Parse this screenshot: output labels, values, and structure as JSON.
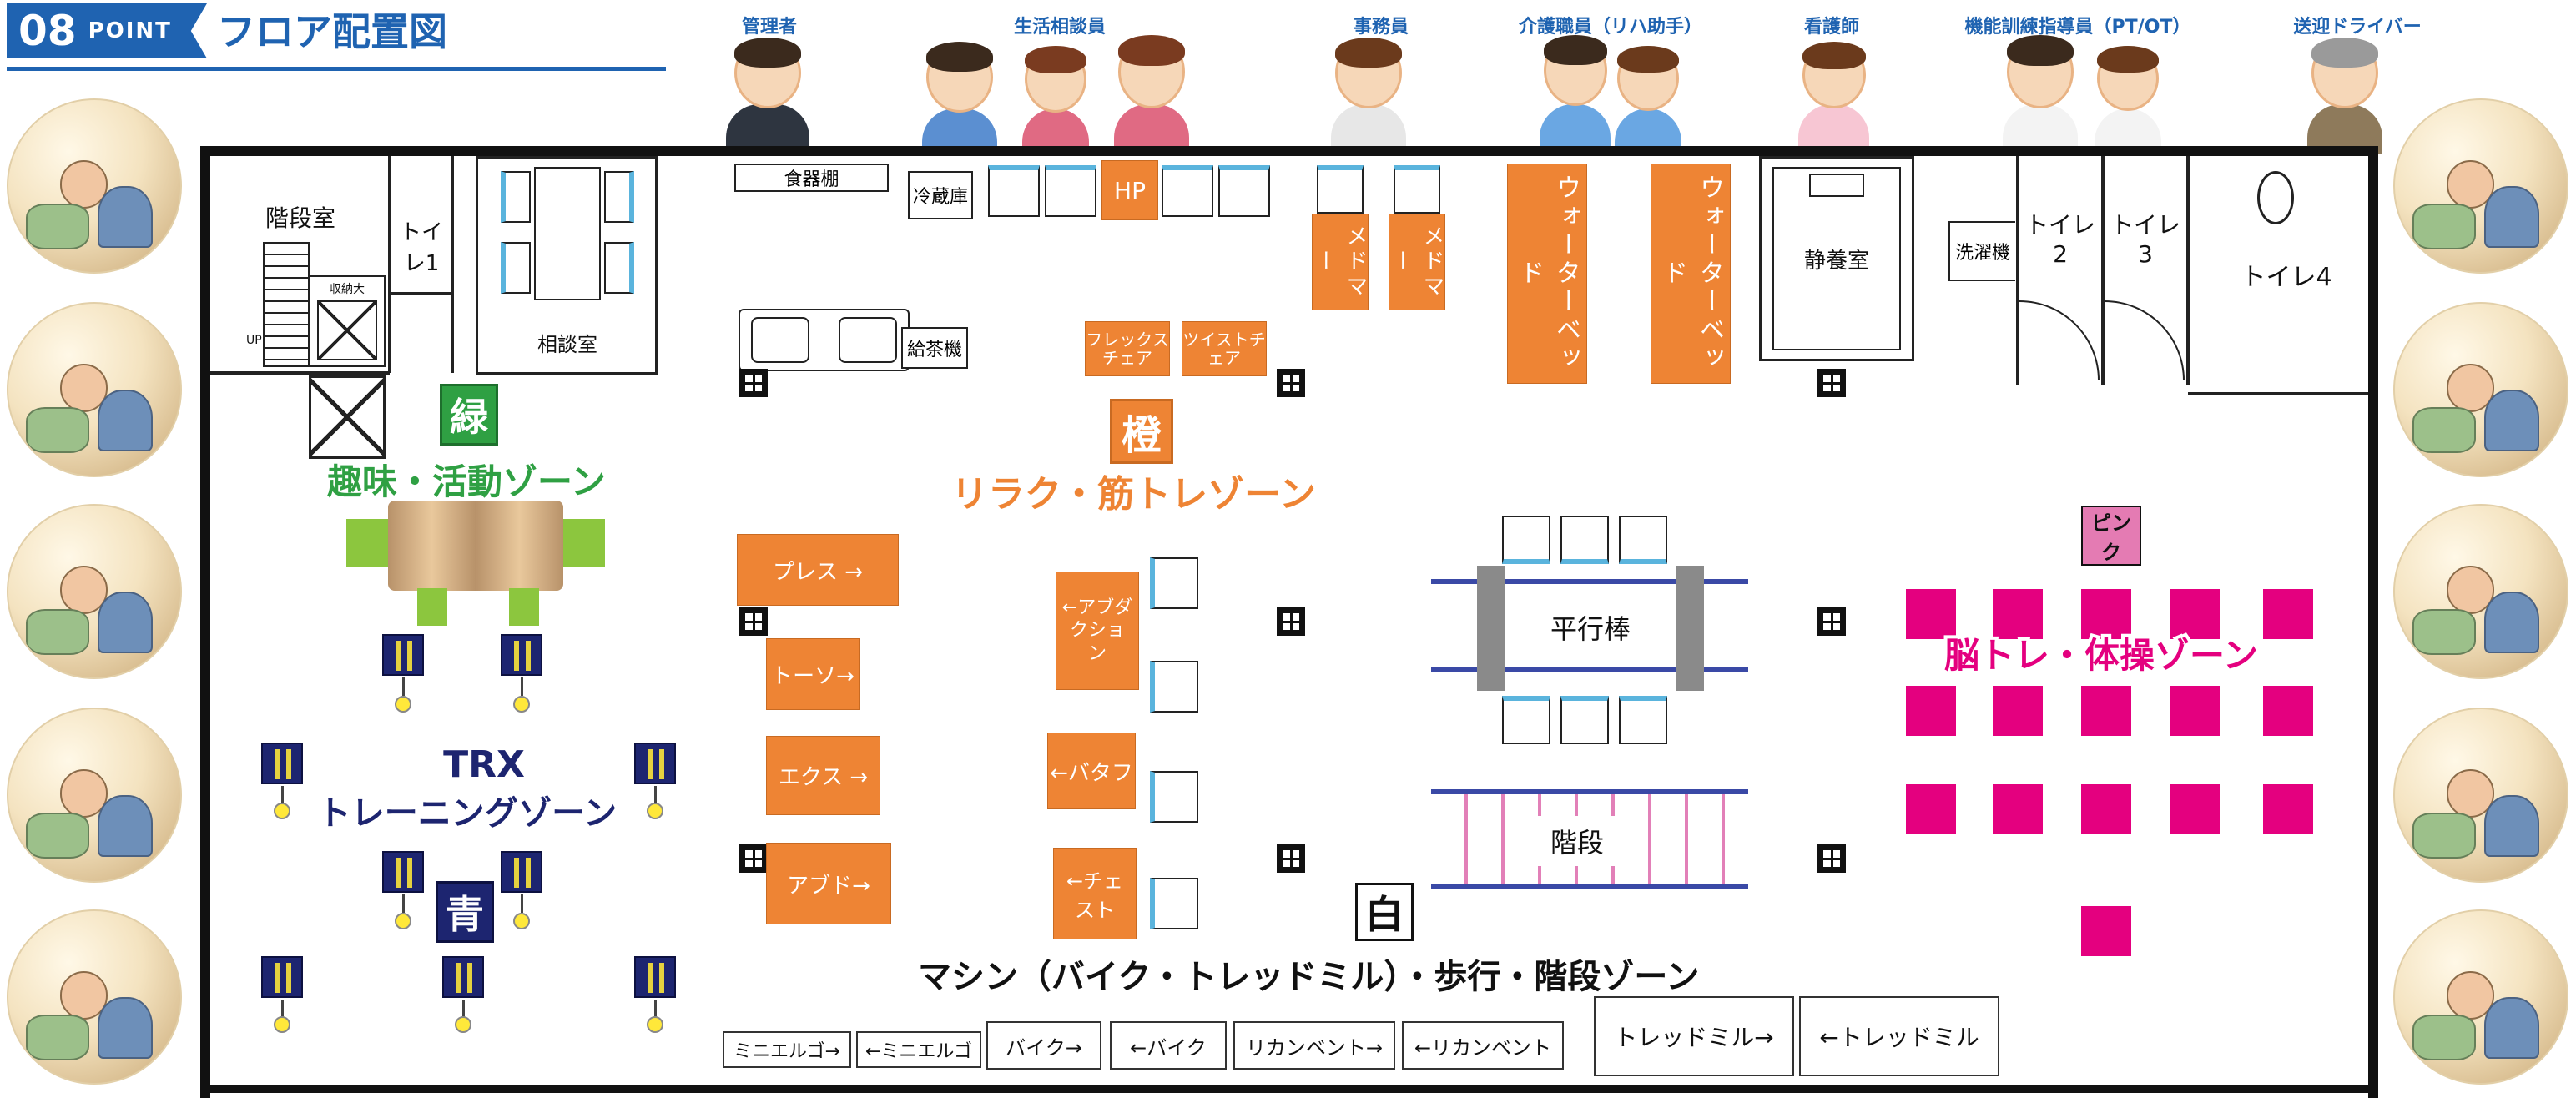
{
  "header": {
    "point_number": "08",
    "point_word": "POINT",
    "title": "フロア配置図"
  },
  "staff_roles": [
    "管理者",
    "生活相談員",
    "事務員",
    "介護職員（リハ助手）",
    "看護師",
    "機能訓練指導員（PT/OT）",
    "送迎ドライバー"
  ],
  "rooms": {
    "stairwell": "階段室",
    "toilet1": "トイレ1",
    "storage": "収納大",
    "up": "UP",
    "consultation": "相談室",
    "dish_shelf": "食器棚",
    "fridge": "冷蔵庫",
    "hp": "HP",
    "tea_machine": "給茶機",
    "rest_room": "静養室",
    "washer": "洗濯機",
    "toilet2": "トイレ2",
    "toilet3": "トイレ3",
    "toilet4": "トイレ4",
    "flex_chair": "フレックスチェア",
    "twist_chair": "ツイストチェア",
    "medomer": "メドマー",
    "water_bed": "ウォーターベッド"
  },
  "zones": {
    "green_mark": "緑",
    "green_name": "趣味・活動ゾーン",
    "orange_mark": "橙",
    "orange_name": "リラク・筋トレゾーン",
    "pink_mark": "ピンク",
    "pink_name": "脳トレ・体操ゾーン",
    "blue_title_1": "TRX",
    "blue_title_2": "トレーニングゾーン",
    "blue_mark": "青",
    "white_mark": "白",
    "white_name": "マシン（バイク・トレッドミル）・歩行・階段ゾーン"
  },
  "training": {
    "press": "プレス →",
    "toso": "トーソ→",
    "ext": "エクス →",
    "abd": "アブド→",
    "adduction": "←アブダクション",
    "butterfly": "←バタフ",
    "chest": "←チェスト",
    "parallel_bars": "平行棒",
    "stairs": "階段"
  },
  "machines": [
    "ミニエルゴ→",
    "←ミニエルゴ",
    "バイク→",
    "←バイク",
    "リカンベント→",
    "←リカンベント",
    "トレッドミル→",
    "←トレッドミル"
  ],
  "colors": {
    "brand_blue": "#1f63b1",
    "zone_orange": "#ee8434",
    "zone_pink": "#e4007f",
    "zone_green": "#2fa043",
    "zone_navy": "#1d2570"
  }
}
